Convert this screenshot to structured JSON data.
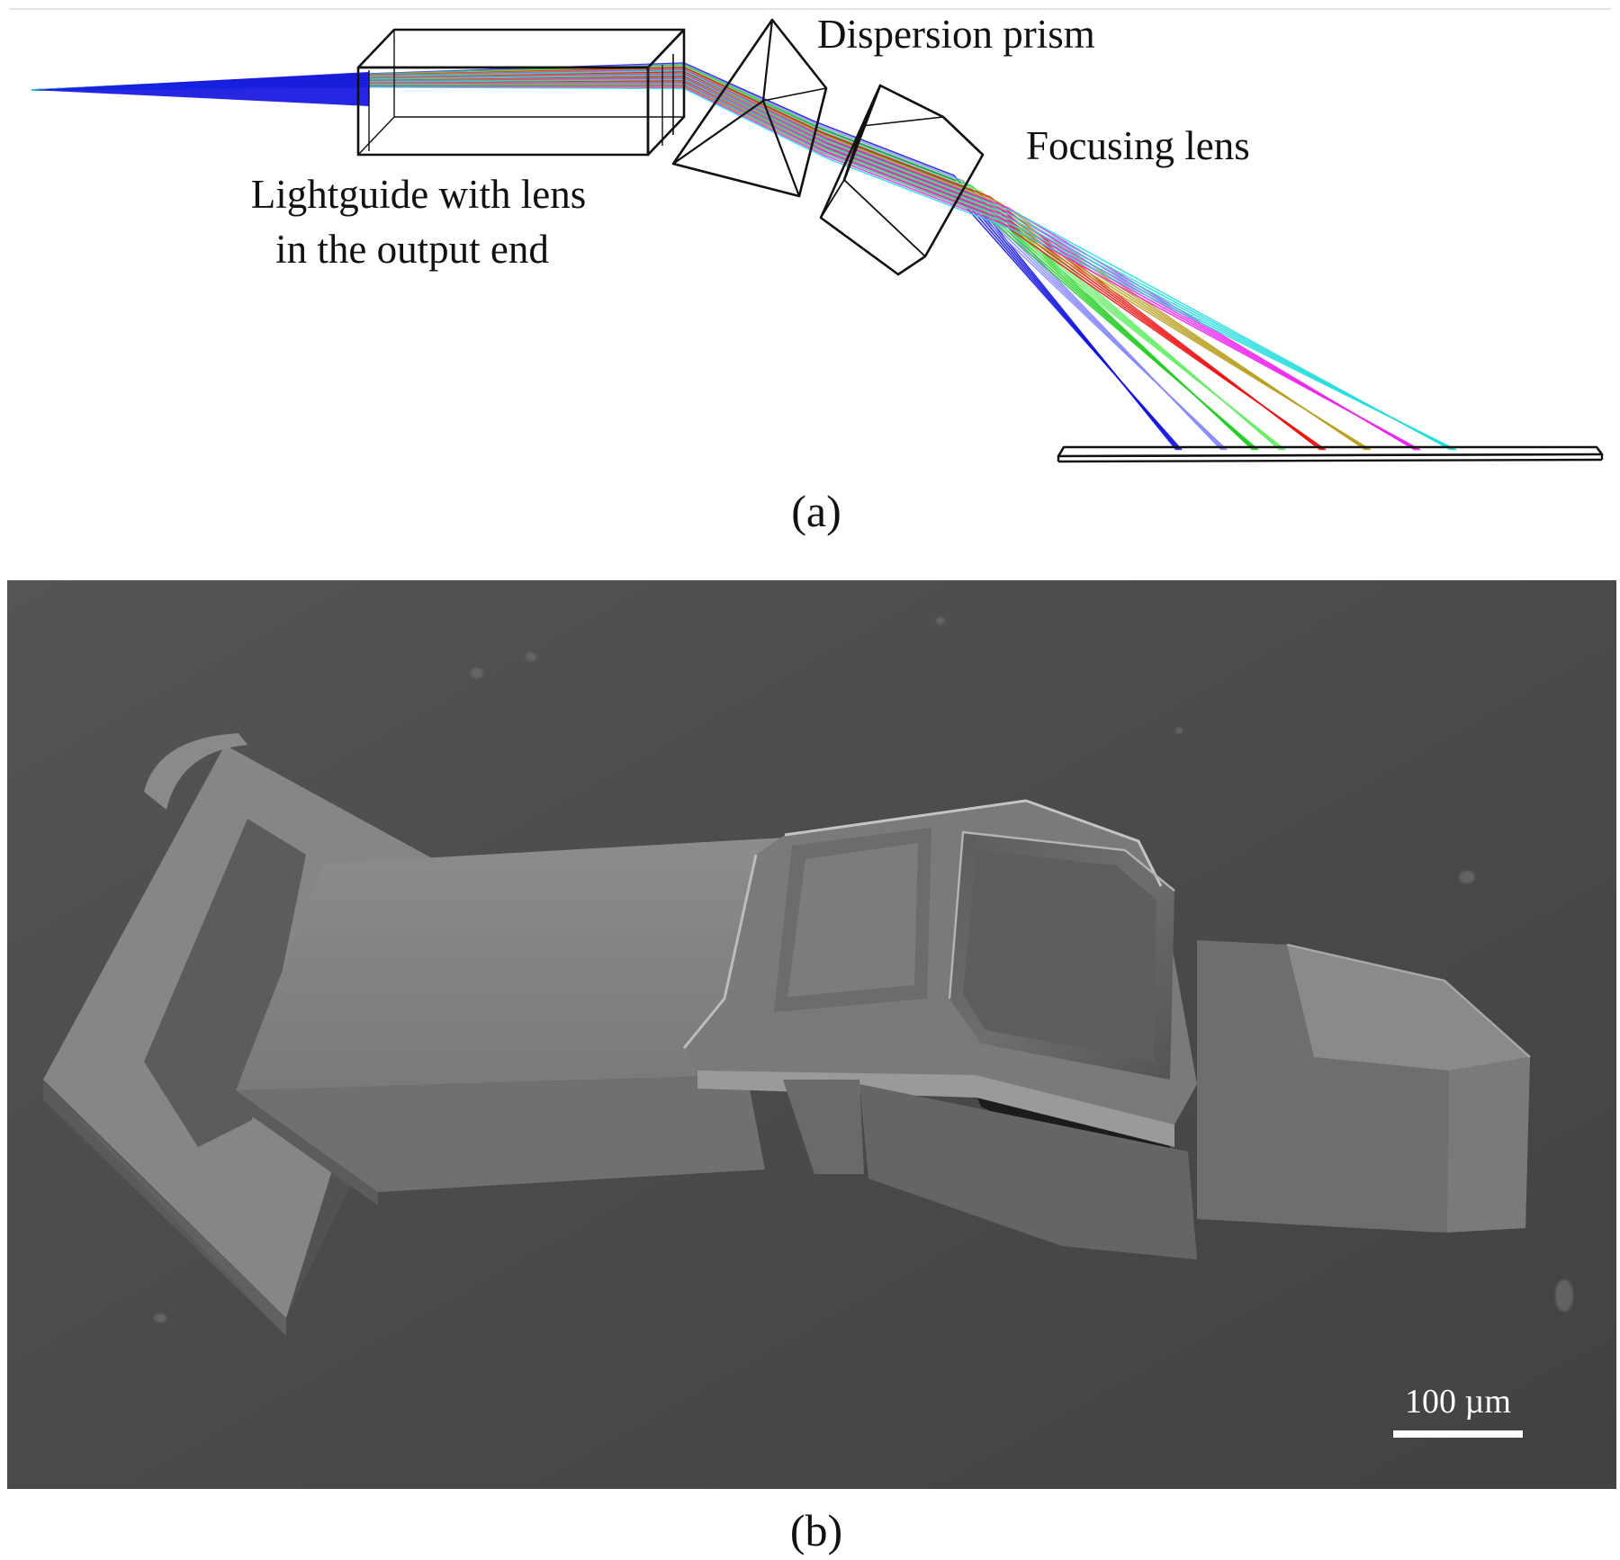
{
  "panel_a": {
    "labels": {
      "dispersion_prism": "Dispersion prism",
      "focusing_lens": "Focusing lens",
      "lightguide_line1": "Lightguide with lens",
      "lightguide_line2": "in the output end"
    },
    "caption": "(a)",
    "ray_colors": [
      "#1010e0",
      "#8888ff",
      "#22cc22",
      "#66ee66",
      "#ee1111",
      "#b8a020",
      "#ee22ee",
      "#22dddd"
    ]
  },
  "panel_b": {
    "scale_bar_label": "100 µm",
    "caption": "(b)",
    "background_color": "#4a4a4a"
  }
}
